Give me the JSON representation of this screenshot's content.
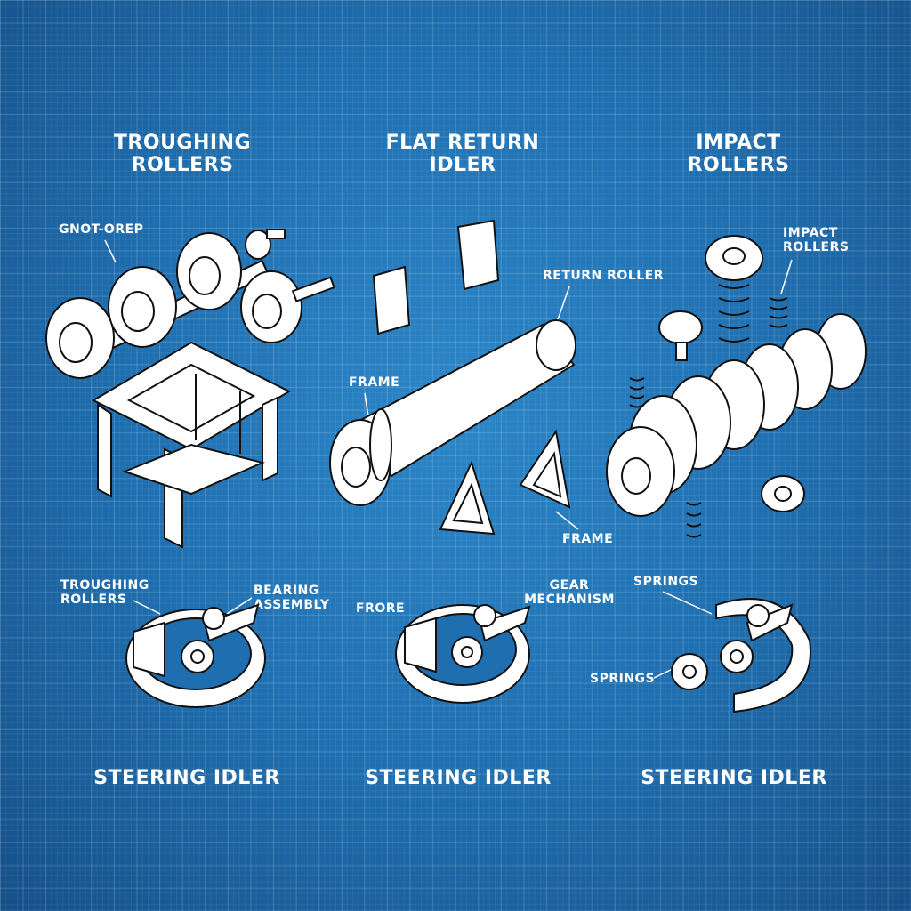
{
  "headings": [
    "TROUGHING ROLLERS",
    "FLAT RETURN IDLER",
    "IMPACT ROLLERS"
  ],
  "footers": [
    "STEERING IDLER",
    "STEERING IDLER",
    "STEERING IDLER"
  ],
  "labels": {
    "gnot_orep": "GNOT-OREP",
    "return_roller": "RETURN ROLLER",
    "impact_rollers": "IMPACT ROLLERS",
    "frame_left": "FRAME",
    "frame_right": "FRAME",
    "troughing_rollers": "TROUGHING ROLLERS",
    "bearing_assembly": "BEARING ASSEMBLY",
    "frore": "FRORE",
    "gear_mechanism": "GEAR MECHANISM",
    "springs_top": "SPRINGS",
    "springs_bottom": "SPRINGS"
  },
  "colors": {
    "background": "#1f6fb0",
    "grid": "#ffffff",
    "line": "#111111",
    "fill": "#ffffff"
  }
}
